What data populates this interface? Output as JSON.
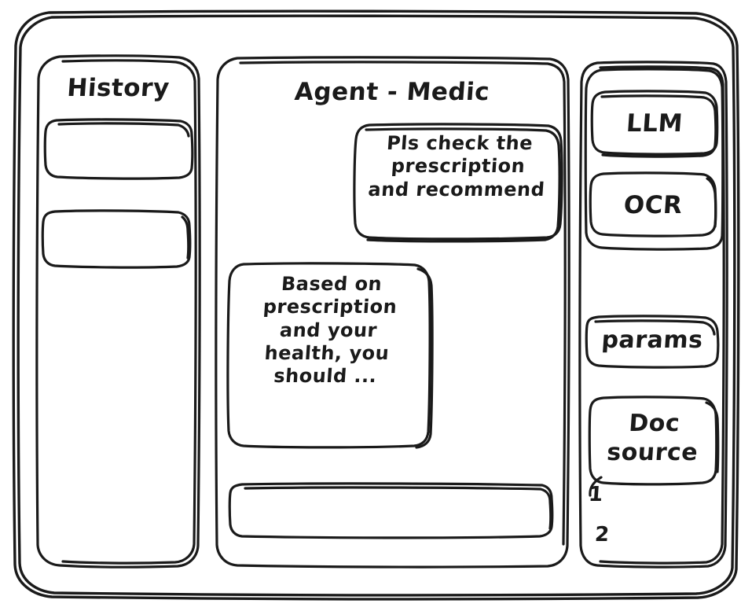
{
  "window": {
    "name": "agent-medic-wireframe"
  },
  "history": {
    "title": "History",
    "items": [
      {
        "label": ""
      },
      {
        "label": ""
      }
    ]
  },
  "chat": {
    "title": "Agent - Medic",
    "messages": [
      {
        "role": "user",
        "text": "Pls check the\nprescription\nand recommend"
      },
      {
        "role": "assistant",
        "text": "Based on\nprescription\nand your\nhealth, you\nshould ..."
      }
    ],
    "composer": {
      "value": "",
      "placeholder": ""
    }
  },
  "tools": {
    "items": [
      {
        "label": "LLM"
      },
      {
        "label": "OCR"
      }
    ],
    "params_label": "params",
    "doc_source": {
      "label": "Doc\nsource",
      "entries": [
        "1",
        "2"
      ]
    }
  },
  "style": {
    "ink": "#1a1a1a",
    "paper": "#ffffff"
  }
}
